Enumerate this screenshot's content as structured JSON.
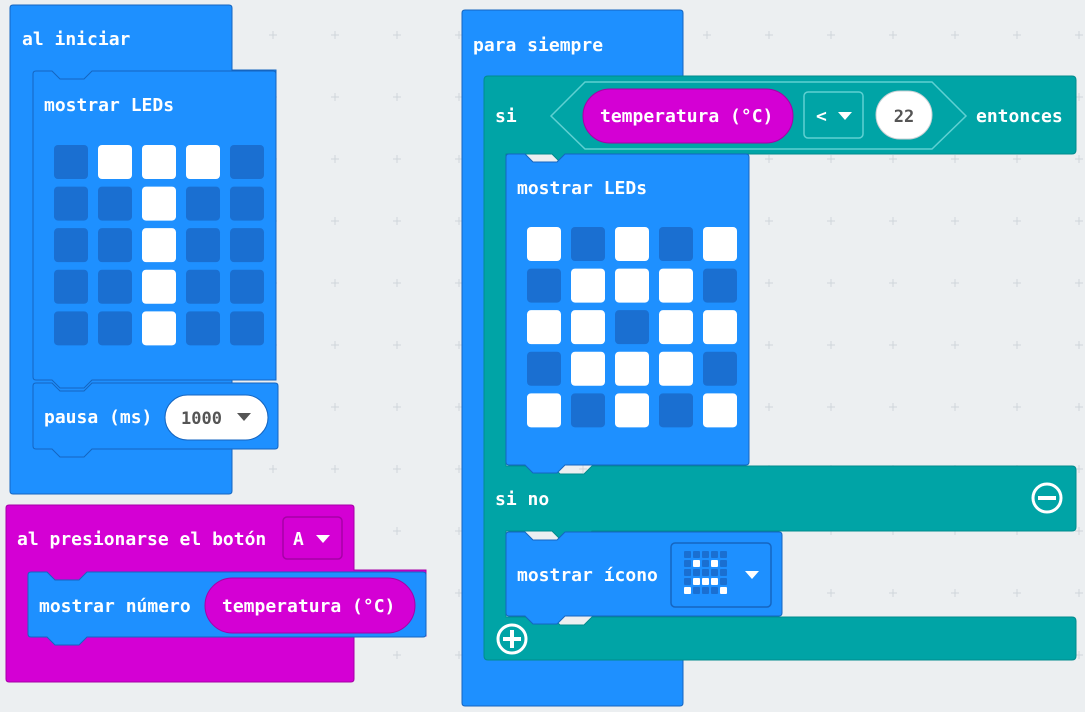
{
  "colors": {
    "workspace_bg": "#eceff1",
    "basic_blue": "#1e90ff",
    "basic_blue_dark": "#1565c0",
    "logic_teal": "#00a4a6",
    "logic_teal_dark": "#008b8d",
    "input_magenta": "#d400d4",
    "input_magenta_dark": "#a600a6",
    "led_on": "#ffffff",
    "led_off": "#1a6fd1"
  },
  "on_start": {
    "label": "al iniciar",
    "show_leds": {
      "label": "mostrar LEDs",
      "leds": [
        [
          0,
          1,
          1,
          1,
          0
        ],
        [
          0,
          0,
          1,
          0,
          0
        ],
        [
          0,
          0,
          1,
          0,
          0
        ],
        [
          0,
          0,
          1,
          0,
          0
        ],
        [
          0,
          0,
          1,
          0,
          0
        ]
      ]
    },
    "pause": {
      "label": "pausa (ms)",
      "value": "1000"
    }
  },
  "on_button": {
    "label": "al presionarse el botón",
    "button": "A",
    "show_number": {
      "label": "mostrar número",
      "reporter": "temperatura (°C)"
    }
  },
  "forever": {
    "label": "para siempre",
    "if_block": {
      "if_label": "si",
      "then_label": "entonces",
      "condition": {
        "left": "temperatura (°C)",
        "operator": "<",
        "right": "22"
      },
      "show_leds": {
        "label": "mostrar LEDs",
        "leds": [
          [
            1,
            0,
            1,
            0,
            1
          ],
          [
            0,
            1,
            1,
            1,
            0
          ],
          [
            1,
            1,
            0,
            1,
            1
          ],
          [
            0,
            1,
            1,
            1,
            0
          ],
          [
            1,
            0,
            1,
            0,
            1
          ]
        ]
      },
      "else_label": "si no",
      "show_icon": {
        "label": "mostrar ícono",
        "icon": "sad-face-icon"
      }
    }
  }
}
